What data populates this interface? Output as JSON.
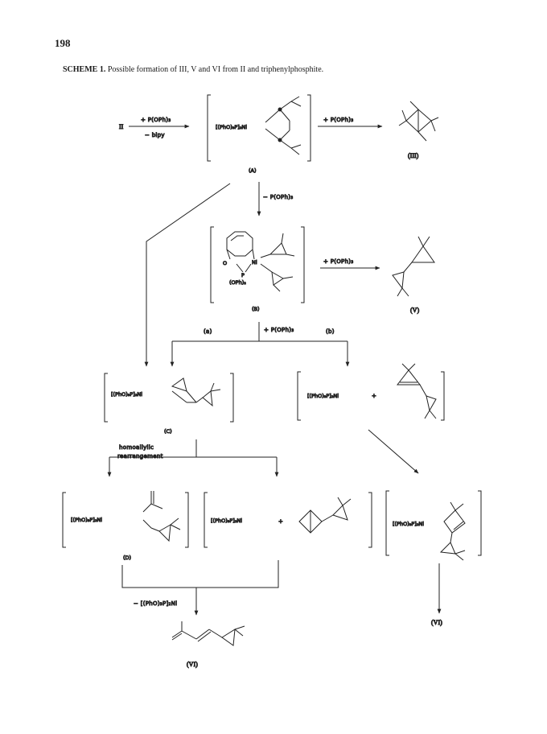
{
  "page": {
    "number": "198"
  },
  "caption": {
    "label": "SCHEME 1.",
    "text": "Possible formation of III, V and VI from II and triphenylphosphite."
  },
  "reagents": {
    "start": "II",
    "add_phosphite": "+ P(OPh)₃",
    "minus_bipy": "− bipy",
    "add_phosphite_A": "+ P(OPh)₃",
    "minus_phosphite": "− P(OPh)₃",
    "add_phosphite_B": "+ P(OPh)₃",
    "add_phosphite_split": "+ P(OPh)₃",
    "path_a": "(a)",
    "path_b": "(b)",
    "homoallylic_1": "homoallylic",
    "homoallylic_2": "rearrangement",
    "elimination": "− [(PhO)₃P]₂Ni"
  },
  "fragments": {
    "ni_complex": "[(PhO)₃P]₂Ni",
    "o_atom": "O",
    "n_atom": "Ni",
    "p_atom": "P",
    "oph2": "(OPh)₂",
    "plus": "+"
  },
  "compound_labels": {
    "A": "(A)",
    "B": "(B)",
    "C": "(C)",
    "D": "(D)",
    "III": "(III)",
    "V": "(V)",
    "VI_right": "(VI)",
    "VI_bottom": "(VI)"
  }
}
